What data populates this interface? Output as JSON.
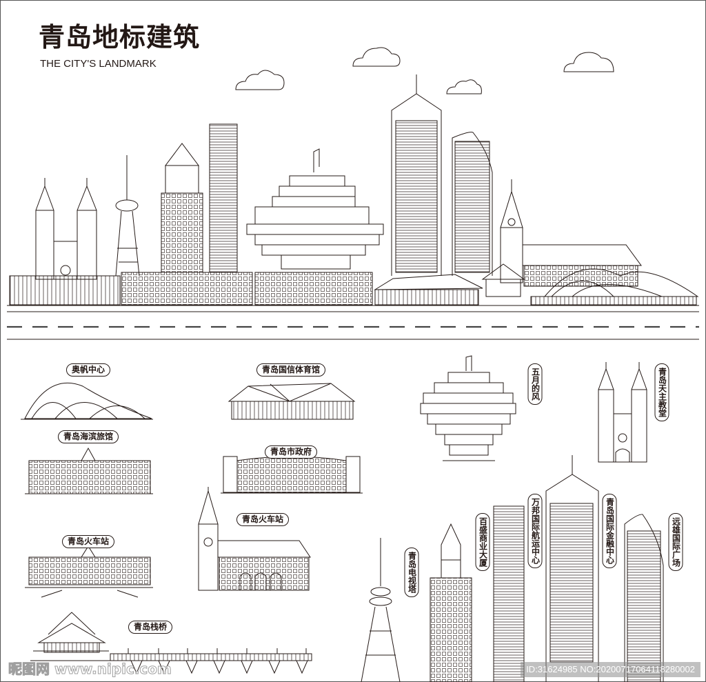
{
  "header": {
    "title": "青岛地标建筑",
    "subtitle": "THE CITY'S LANDMARK"
  },
  "labels": {
    "aofan": "奥帆中心",
    "guoxin": "青岛国信体育馆",
    "wuyue": "五月的风",
    "church": "青岛天主教堂",
    "hotel": "青岛海滨旅馆",
    "government": "青岛市政府",
    "station_right": "青岛火车站",
    "station_left": "青岛火车站",
    "baisheng": "百盛商业大厦",
    "wanbang": "万邦国际航运中心",
    "ifc": "青岛国际金融中心",
    "yuanxiong": "远雄国际广场",
    "tvtower": "青岛电视塔",
    "pier": "青岛栈桥"
  },
  "watermark": {
    "logo": "昵图网 www.nipic.com",
    "id": "ID:31624985 NO:20200717064118280002"
  },
  "colors": {
    "line": "#231815",
    "background": "#ffffff"
  }
}
